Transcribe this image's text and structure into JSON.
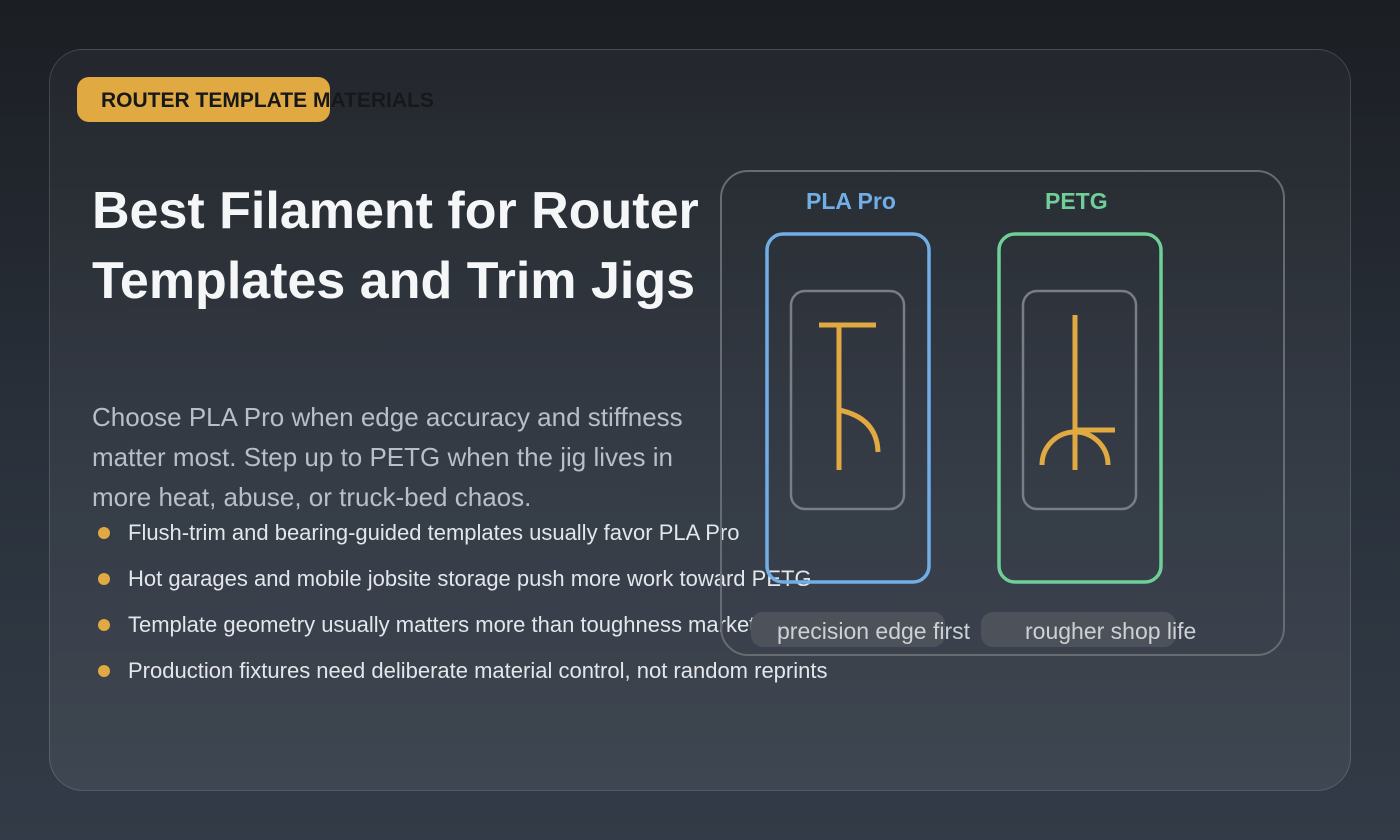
{
  "badge": {
    "label": "ROUTER TEMPLATE MATERIALS"
  },
  "hero": {
    "title": "Best Filament for Router Templates and Trim Jigs",
    "subtitle": "Choose PLA Pro when edge accuracy and stiffness matter most. Step up to PETG when the jig lives in more heat, abuse, or truck-bed chaos."
  },
  "bullets": [
    "Flush-trim and bearing-guided templates usually favor PLA Pro",
    "Hot garages and mobile jobsite storage push more work toward PETG",
    "Template geometry usually matters more than toughness marketing",
    "Production fixtures need deliberate material control, not random reprints"
  ],
  "comparison": {
    "left": {
      "name": "PLA Pro",
      "caption": "precision edge first",
      "color": "#72aee6"
    },
    "right": {
      "name": "PETG",
      "caption": "rougher shop life",
      "color": "#6fcf97"
    }
  },
  "colors": {
    "accent": "#e0a941",
    "icon_frame": "#7a7d83"
  }
}
